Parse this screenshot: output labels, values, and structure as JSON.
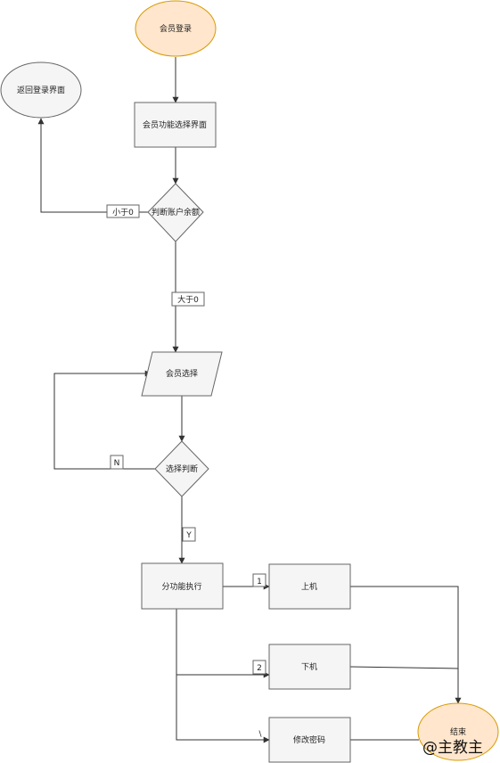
{
  "nodes": {
    "member_login": "会员登录",
    "return_login": "返回登录界面",
    "func_select": "会员功能选择界面",
    "judge_balance": "判断账户余额",
    "member_choice": "会员选择",
    "choice_judge": "选择判断",
    "dispatch": "分功能执行",
    "go_online": "上机",
    "go_offline": "下机",
    "change_pwd": "修改密码",
    "end": "结束"
  },
  "edge_labels": {
    "less_than_zero": "小于0",
    "greater_than_zero": "大于0",
    "no": "N",
    "yes": "Y",
    "one": "1",
    "two": "2",
    "backslash": "\\"
  },
  "watermark": "@主教主",
  "colors": {
    "terminal_fill": "#ffe6cc",
    "terminal_stroke": "#d79b00",
    "process_fill": "#f5f5f5",
    "process_stroke": "#666666",
    "edge": "#333333"
  }
}
